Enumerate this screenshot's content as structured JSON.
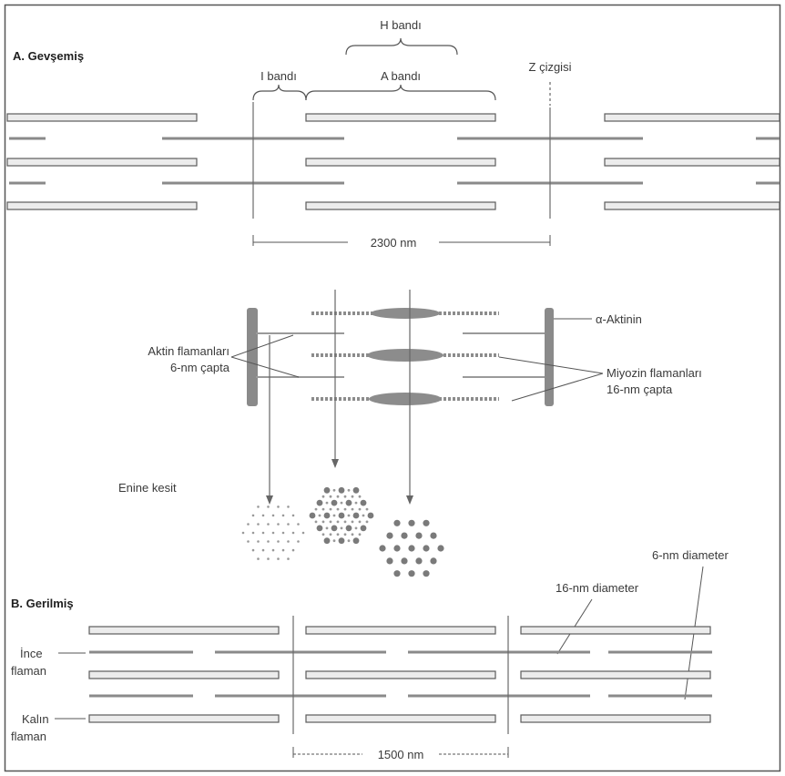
{
  "labels": {
    "panel_a": "A. Gevşemiş",
    "panel_b": "B. Gerilmiş",
    "h_band": "H bandı",
    "i_band": "I bandı",
    "a_band": "A bandı",
    "z_line": "Z çizgisi",
    "relaxed_length": "2300 nm",
    "alpha_actinin": "α-Aktinin",
    "actin_1": "Aktin flamanları",
    "actin_2": "6-nm çapta",
    "myosin_1": "Miyozin flamanları",
    "myosin_2": "16-nm çapta",
    "cross_section": "Enine kesit",
    "diam_6": "6-nm diameter",
    "diam_16": "16-nm diameter",
    "thin_1": "İnce",
    "thin_2": "flaman",
    "thick_1": "Kalın",
    "thick_2": "flaman",
    "stretched_length": "1500 nm"
  },
  "colors": {
    "frame": "#555555",
    "thick_filament_fill": "#ececec",
    "thin_filament": "#8a8a8a",
    "myosin": "#8c8c8c"
  }
}
